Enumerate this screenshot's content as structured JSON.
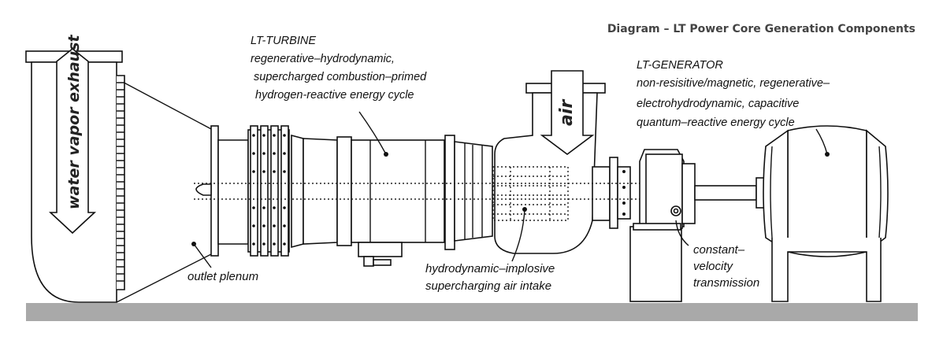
{
  "title": "Diagram – LT Power Core Generation Components",
  "labels": {
    "exhaust": "water vapor exhaust",
    "air": "air",
    "turbine_title": "LT-TURBINE",
    "turbine_line1": "regenerative–hydrodynamic,",
    "turbine_line2": "supercharged combustion–primed",
    "turbine_line3": "hydrogen-reactive energy cycle",
    "generator_title": "LT-GENERATOR",
    "generator_line1": "non-resisitive/magnetic, regenerative–",
    "generator_line2": "electrohydrodynamic, capacitive",
    "generator_line3": "quantum–reactive energy cycle",
    "outlet_plenum": "outlet plenum",
    "intake_line1": "hydrodynamic–implosive",
    "intake_line2": "supercharging air intake",
    "transmission_line1": "constant–",
    "transmission_line2": "velocity",
    "transmission_line3": "transmission"
  },
  "colors": {
    "ground": "#a9a9a9",
    "line": "#111111",
    "title": "#444444"
  }
}
